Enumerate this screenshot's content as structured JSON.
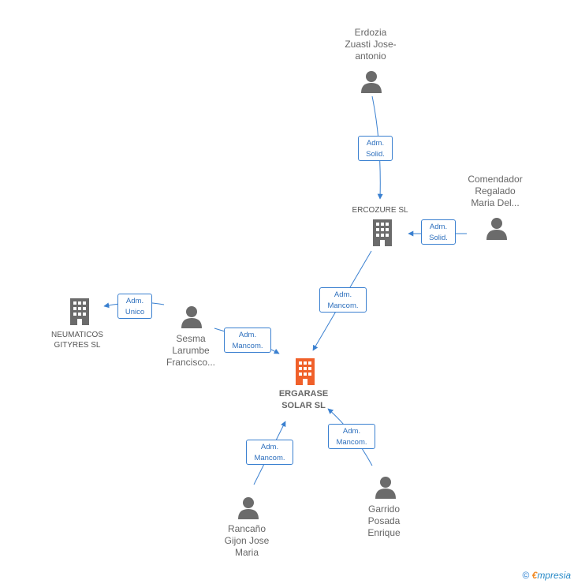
{
  "nodes": {
    "erdozia": {
      "label": "Erdozia\nZuasti Jose-\nantonio"
    },
    "comendador": {
      "label": "Comendador\nRegalado\nMaria Del..."
    },
    "ercozure": {
      "label": "ERCOZURE SL"
    },
    "neumaticos": {
      "label": "NEUMATICOS\nGITYRES SL"
    },
    "sesma": {
      "label": "Sesma\nLarumbe\nFrancisco..."
    },
    "ergarase": {
      "label": "ERGARASE\nSOLAR SL"
    },
    "rancano": {
      "label": "Rancaño\nGijon Jose\nMaria"
    },
    "garrido": {
      "label": "Garrido\nPosada\nEnrique"
    }
  },
  "edges": {
    "erdozia_ercozure": {
      "l1": "Adm.",
      "l2": "Solid."
    },
    "comendador_ercozure": {
      "l1": "Adm.",
      "l2": "Solid."
    },
    "ercozure_ergarase": {
      "l1": "Adm.",
      "l2": "Mancom."
    },
    "sesma_neumaticos": {
      "l1": "Adm.",
      "l2": "Unico"
    },
    "sesma_ergarase": {
      "l1": "Adm.",
      "l2": "Mancom."
    },
    "rancano_ergarase": {
      "l1": "Adm.",
      "l2": "Mancom."
    },
    "garrido_ergarase": {
      "l1": "Adm.",
      "l2": "Mancom."
    }
  },
  "colors": {
    "edge": "#3a80d0",
    "person": "#6b6b6b",
    "company": "#6b6b6b",
    "main_company": "#f0602a"
  },
  "footer": {
    "copyright": "©",
    "brand_e": "€",
    "brand_rest": "mpresia"
  }
}
